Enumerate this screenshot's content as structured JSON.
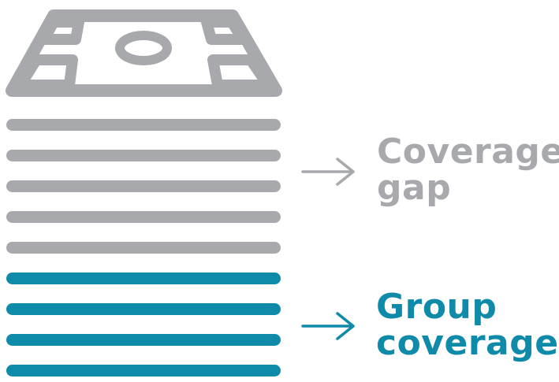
{
  "colors": {
    "gap": "#a7a9ac",
    "covered": "#0f8aa8"
  },
  "icon": "banknote-stack-icon",
  "stack": {
    "gap_bar_count": 5,
    "group_bar_count": 4
  },
  "labels": {
    "gap": [
      "Coverage",
      "gap"
    ],
    "group": [
      "Group",
      "coverage"
    ]
  }
}
